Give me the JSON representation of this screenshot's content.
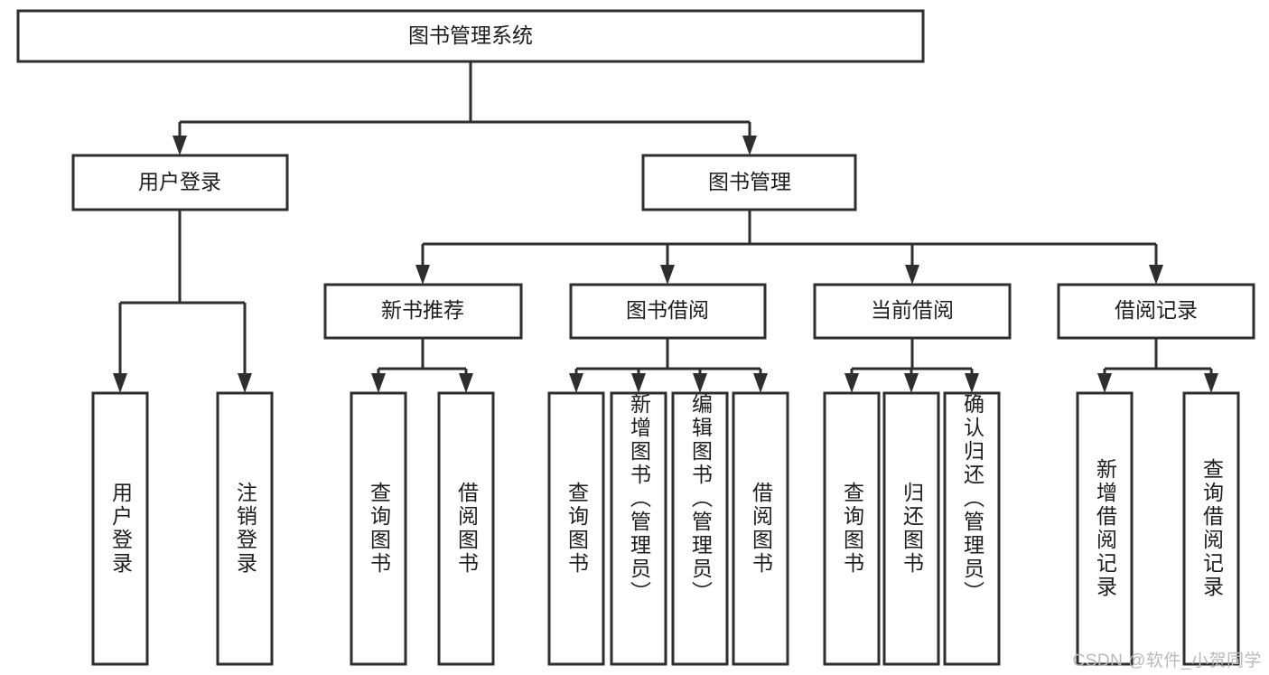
{
  "diagram": {
    "title": "图书管理系统",
    "type": "tree-hierarchy",
    "watermark": "CSDN @软件_小贺同学",
    "colors": {
      "stroke": "#2e2e2e",
      "fill": "#ffffff",
      "text": "#1d1d1d",
      "watermark": "#b9b9b9",
      "background": "#ffffff"
    },
    "root": {
      "label": "图书管理系统"
    },
    "level2": [
      {
        "label": "用户登录"
      },
      {
        "label": "图书管理"
      }
    ],
    "level3": [
      {
        "label": "新书推荐"
      },
      {
        "label": "图书借阅"
      },
      {
        "label": "当前借阅"
      },
      {
        "label": "借阅记录"
      }
    ],
    "leaves": {
      "user_login": [
        {
          "label": "用户登录"
        },
        {
          "label": "注销登录"
        }
      ],
      "new_book_recommend": [
        {
          "label": "查询图书"
        },
        {
          "label": "借阅图书"
        }
      ],
      "book_borrow": [
        {
          "label": "查询图书"
        },
        {
          "label": "新增图书（管理员）"
        },
        {
          "label": "编辑图书（管理员）"
        },
        {
          "label": "借阅图书"
        }
      ],
      "current_borrow": [
        {
          "label": "查询图书"
        },
        {
          "label": "归还图书"
        },
        {
          "label": "确认归还（管理员）"
        }
      ],
      "borrow_records": [
        {
          "label": "新增借阅记录"
        },
        {
          "label": "查询借阅记录"
        }
      ]
    }
  }
}
